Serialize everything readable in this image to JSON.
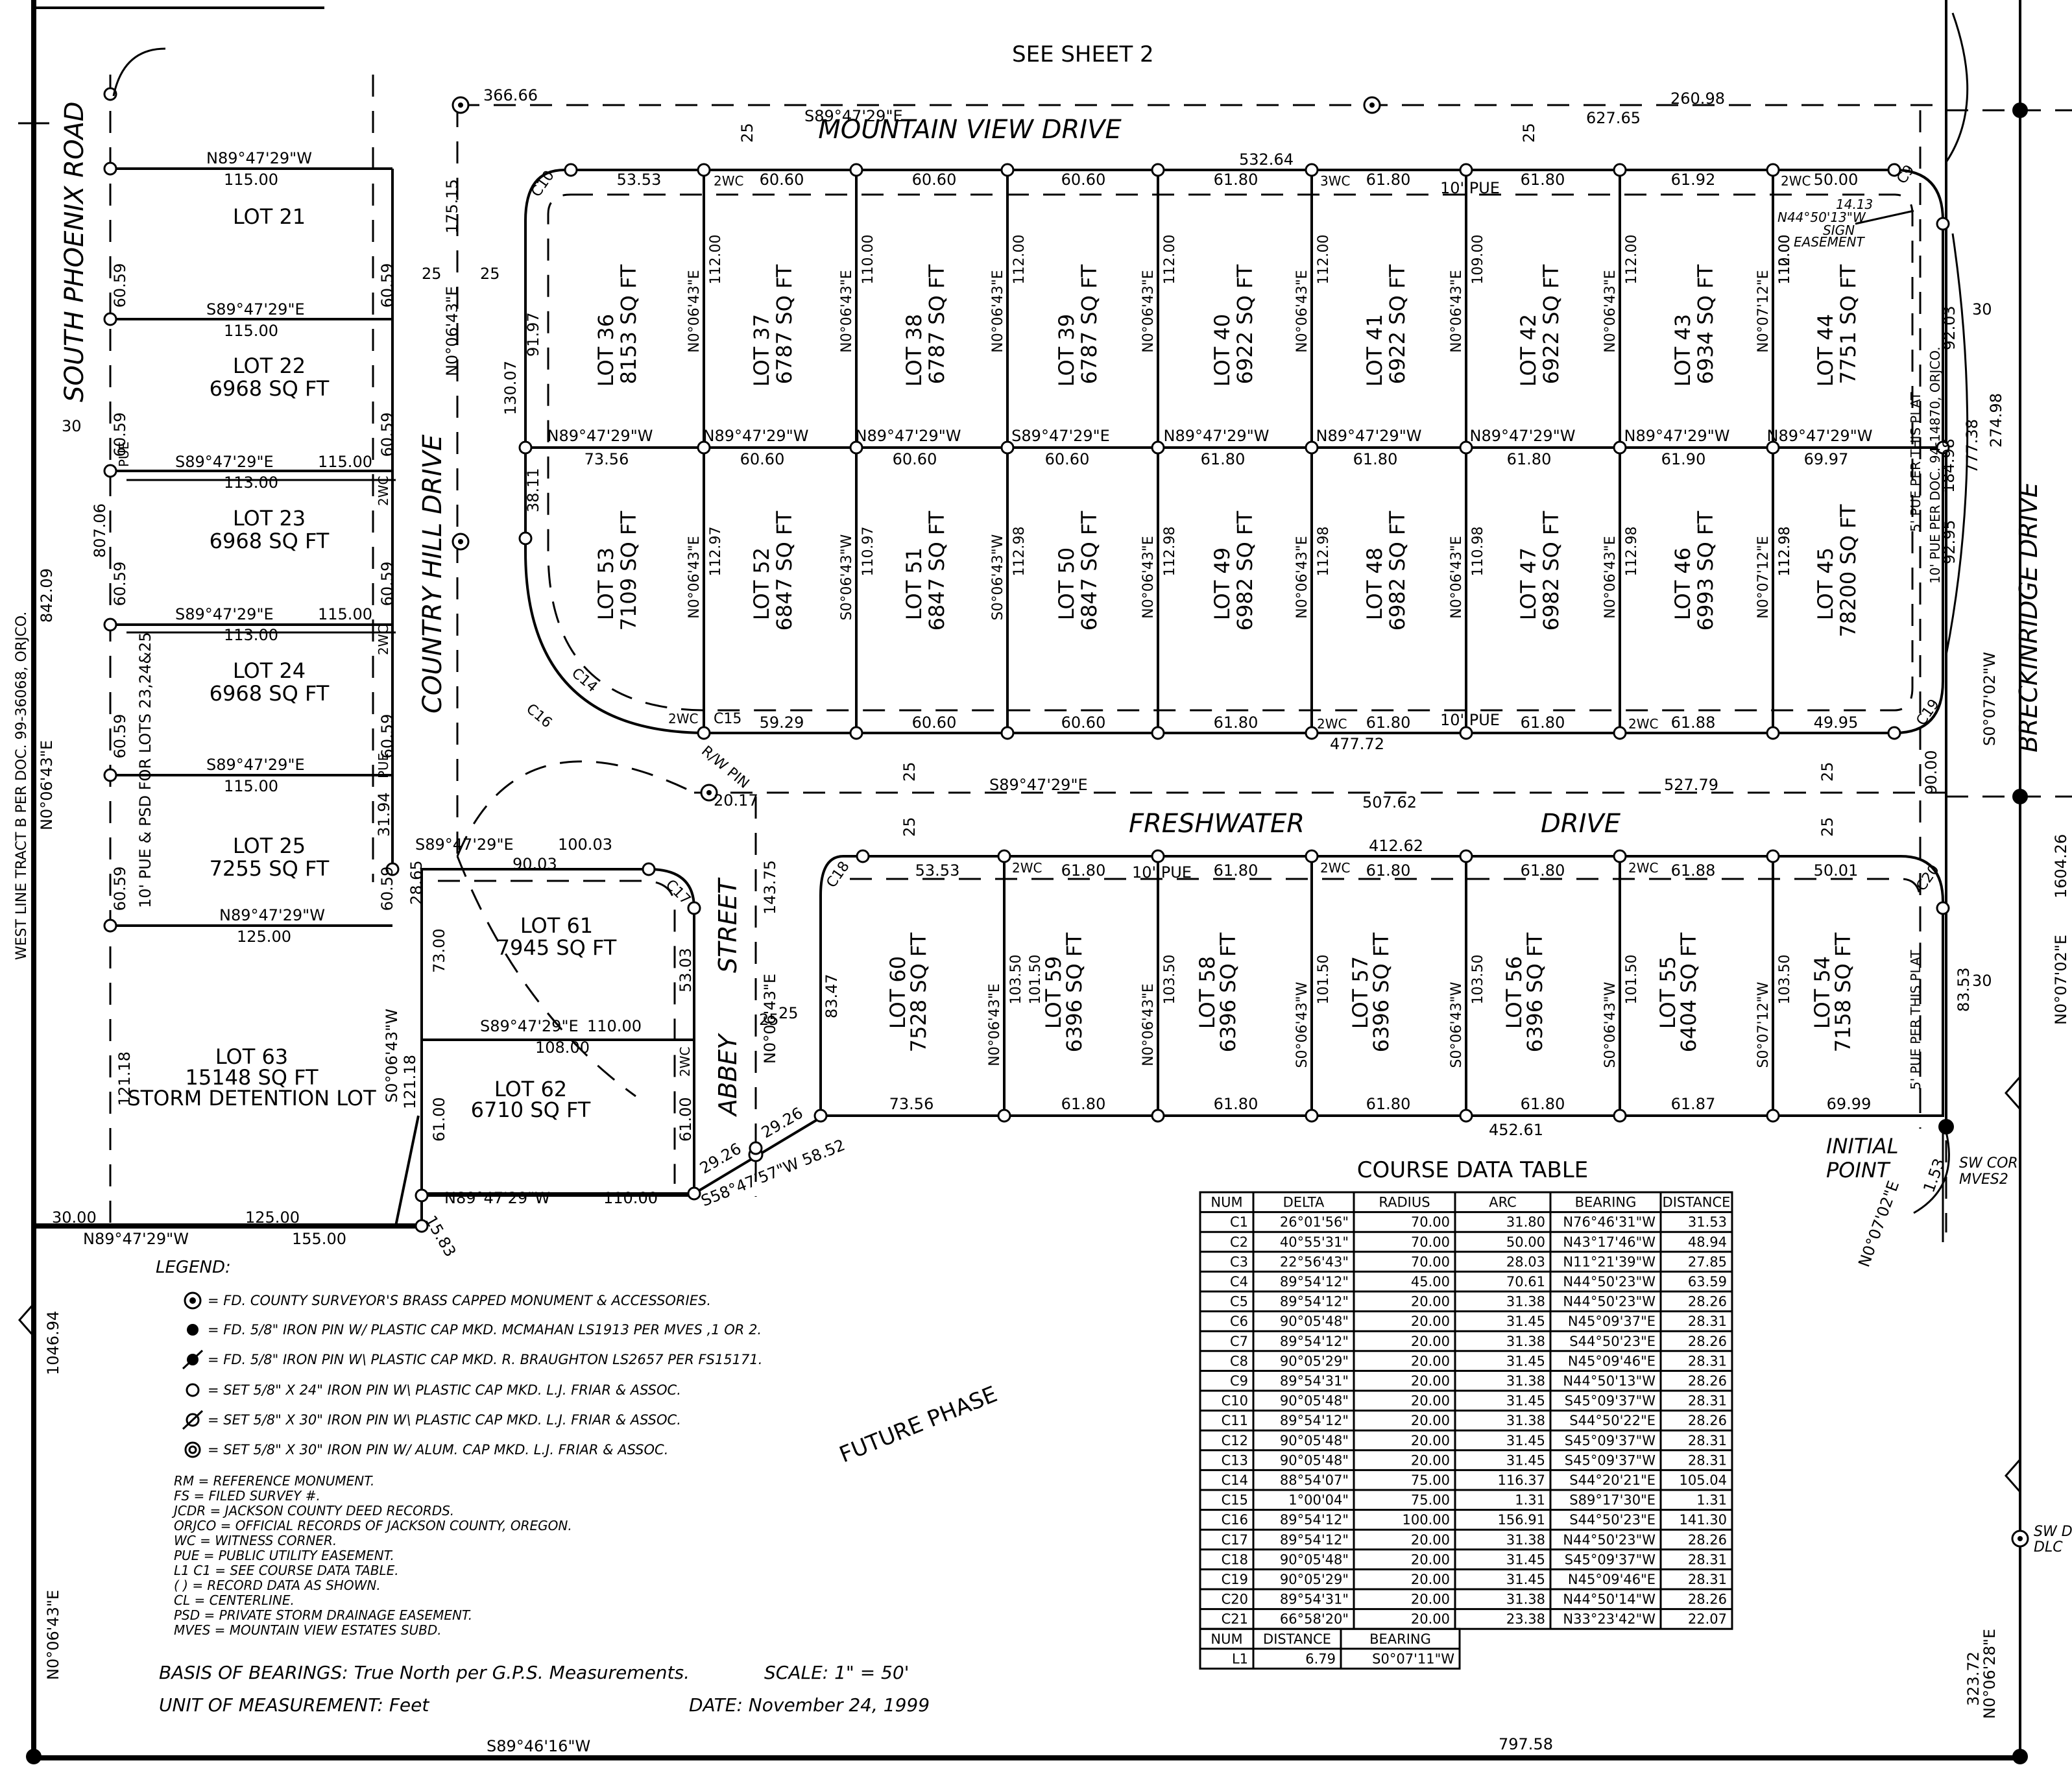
{
  "header": {
    "see_sheet": "SEE SHEET 2"
  },
  "streets": {
    "mountain_view": "MOUNTAIN VIEW DRIVE",
    "freshwater_a": "FRESHWATER",
    "freshwater_b": "DRIVE",
    "south_phoenix": "SOUTH PHOENIX ROAD",
    "country_hill": "COUNTRY HILL DRIVE",
    "abbey_a": "ABBEY",
    "abbey_b": "STREET",
    "breckinridge": "BRECKINRIDGE DRIVE"
  },
  "future_phase": "FUTURE PHASE",
  "west_line": "WEST LINE TRACT B PER DOC. 99-36068, ORJCO.",
  "pue_psd_note": "10' PUE & PSD FOR LOTS 23,24&25",
  "ipn_note": "R/W PIN",
  "sign_easement": {
    "line1": "14.13",
    "line2": "N44°50'13\"W",
    "line3": "SIGN",
    "line4": "EASEMENT"
  },
  "pue_plat": "5' PUE PER THIS PLAT",
  "pue_doc": "10' PUE PER DOC. 94-14870, ORJCO.",
  "top_lots": [
    {
      "name": "LOT 36",
      "area": "8153 SQ FT"
    },
    {
      "name": "LOT 37",
      "area": "6787 SQ FT"
    },
    {
      "name": "LOT 38",
      "area": "6787 SQ FT"
    },
    {
      "name": "LOT 39",
      "area": "6787 SQ FT"
    },
    {
      "name": "LOT 40",
      "area": "6922 SQ FT"
    },
    {
      "name": "LOT 41",
      "area": "6922 SQ FT"
    },
    {
      "name": "LOT 42",
      "area": "6922 SQ FT"
    },
    {
      "name": "LOT 43",
      "area": "6934 SQ FT"
    },
    {
      "name": "LOT 44",
      "area": "7751 SQ FT"
    }
  ],
  "mid_lots": [
    {
      "name": "LOT 53",
      "area": "7109 SQ FT"
    },
    {
      "name": "LOT 52",
      "area": "6847 SQ FT"
    },
    {
      "name": "LOT 51",
      "area": "6847 SQ FT"
    },
    {
      "name": "LOT 50",
      "area": "6847 SQ FT"
    },
    {
      "name": "LOT 49",
      "area": "6982 SQ FT"
    },
    {
      "name": "LOT 48",
      "area": "6982 SQ FT"
    },
    {
      "name": "LOT 47",
      "area": "6982 SQ FT"
    },
    {
      "name": "LOT 46",
      "area": "6993 SQ FT"
    },
    {
      "name": "LOT 45",
      "area": "78200 SQ FT"
    }
  ],
  "bottom_lots": [
    {
      "name": "LOT 60",
      "area": "7528 SQ FT"
    },
    {
      "name": "LOT 59",
      "area": "6396 SQ FT"
    },
    {
      "name": "LOT 58",
      "area": "6396 SQ FT"
    },
    {
      "name": "LOT 57",
      "area": "6396 SQ FT"
    },
    {
      "name": "LOT 56",
      "area": "6396 SQ FT"
    },
    {
      "name": "LOT 55",
      "area": "6404 SQ FT"
    },
    {
      "name": "LOT 54",
      "area": "7158 SQ FT"
    }
  ],
  "west_lots": [
    {
      "name": "LOT 21",
      "area": ""
    },
    {
      "name": "LOT 22",
      "area": "6968 SQ FT"
    },
    {
      "name": "LOT 23",
      "area": "6968 SQ FT"
    },
    {
      "name": "LOT 24",
      "area": "6968 SQ FT"
    },
    {
      "name": "LOT 25",
      "area": "7255 SQ FT"
    }
  ],
  "lot63": {
    "name": "LOT 63",
    "area": "15148 SQ FT",
    "desc": "STORM DETENTION LOT"
  },
  "lot61": {
    "name": "LOT 61",
    "area": "7945 SQ FT"
  },
  "lot62": {
    "name": "LOT 62",
    "area": "6710 SQ FT"
  },
  "top_bearings": [
    "N89°47'29\"W",
    "N89°47'29\"W",
    "N89°47'29\"W",
    "S89°47'29\"E",
    "N89°47'29\"W",
    "N89°47'29\"W",
    "N89°47'29\"W",
    "N89°47'29\"W",
    "N89°47'29\"W"
  ],
  "top_mid_dists": [
    "73.56",
    "60.60",
    "60.60",
    "60.60",
    "61.80",
    "61.80",
    "61.80",
    "61.90",
    "69.97"
  ],
  "mvd_frontage": [
    "53.53",
    "60.60",
    "60.60",
    "60.60",
    "61.80",
    "61.80",
    "61.80",
    "61.92",
    "50.00"
  ],
  "fw_north_frontage": [
    "59.29",
    "60.60",
    "60.60",
    "61.80",
    "61.80",
    "61.80",
    "61.88",
    "49.95"
  ],
  "fw_south_frontage": [
    "53.53",
    "61.80",
    "61.80",
    "61.80",
    "61.80",
    "61.88",
    "50.01"
  ],
  "south_line_dists": [
    "73.56",
    "61.80",
    "61.80",
    "61.80",
    "61.80",
    "61.87",
    "69.99"
  ],
  "top_vert_bearings": [
    "N0°06'43\"E",
    "N0°06'43\"E",
    "N0°06'43\"E",
    "N0°06'43\"E",
    "N0°06'43\"E",
    "N0°06'43\"E",
    "N0°06'43\"E",
    "N0°07'12\"E"
  ],
  "top_vert_dists": [
    "112.00",
    "110.00",
    "112.00",
    "112.00",
    "112.00",
    "109.00",
    "112.00",
    "112.00",
    "110.00"
  ],
  "mid_vert_bearings": [
    "N0°06'43\"E",
    "S0°06'43\"W",
    "S0°06'43\"W",
    "N0°06'43\"E",
    "N0°06'43\"E",
    "N0°06'43\"E",
    "N0°06'43\"E",
    "N0°07'12\"E"
  ],
  "mid_vert_dists": [
    "112.97",
    "110.97",
    "112.98",
    "112.98",
    "112.98",
    "110.98",
    "112.98",
    "112.98",
    "112.98"
  ],
  "bot_vert_bearings": [
    "N0°06'43\"E",
    "N0°06'43\"E",
    "S0°06'43\"W",
    "S0°06'43\"W",
    "S0°06'43\"W",
    "S0°07'12\"W"
  ],
  "bot_vert_dists": [
    "103.50",
    "101.50",
    "103.50",
    "101.50",
    "103.50",
    "101.50",
    "103.50"
  ],
  "labels": {
    "d366": "366.66",
    "b_mvd": "S89°47'29\"E",
    "d627": "627.65",
    "d260": "260.98",
    "d532": "532.64",
    "d477": "477.72",
    "d507": "507.62",
    "d527": "527.79",
    "d412": "412.62",
    "d452": "452.61",
    "d797": "797.58",
    "b_bottom": "S89°46'16\"W",
    "b_fw": "S89°47'29\"E",
    "d2017": "20.17",
    "d25": "25",
    "d30": "30",
    "wc2": "2WC",
    "wc3": "3WC",
    "pue10": "10' PUE",
    "pue": "PUE",
    "d17515": "175.15",
    "b_ch": "N0°06'43\"E",
    "d13007": "130.07",
    "d9197": "91.97",
    "d3811": "38.11",
    "d807": "807.06",
    "d842": "842.09",
    "d1046": "1046.94",
    "d1604": "1604.26",
    "d323": "323.72",
    "b323": "N0°06'28\"E",
    "b_right": "N0°07'02\"E",
    "b_sp": "N0°06'43\"E",
    "b_sp2": "N0°06'43\"E",
    "d18498": "184.98",
    "d77738": "777.38",
    "d27498": "274.98",
    "d9203": "92.03",
    "d9295": "92.95",
    "d9000": "90.00",
    "d8353": "83.53",
    "d8347": "83.47",
    "d14375": "143.75",
    "b_breck": "S0°07'02\"W",
    "b_abbey": "N0°06'43\"E",
    "d2926a": "29.26",
    "d2926b": "29.26",
    "b_diag": "S58°47'57\"W 58.52",
    "d153": "1.53",
    "b153": "N0°07'02\"E",
    "d3000": "30.00",
    "b_w": "N89°47'29\"W",
    "d155": "155.00",
    "d125": "125.00",
    "d110": "110.00",
    "b61": "N89°47'29\"W",
    "d1583": "15.83",
    "b_sw": "S0°06'43\"W",
    "d12118a": "121.18",
    "d12118b": "121.18",
    "d6100a": "61.00",
    "d6100b": "61.00",
    "d7300": "73.00",
    "d5303": "53.03",
    "d2865": "28.65",
    "d10": "10",
    "d3194": "31.94",
    "d10003": "100.03",
    "d9003": "90.03",
    "b_lot61": "S89°47'29\"E",
    "b_lot62": "S89°47'29\"E",
    "d11000": "110.00",
    "d10800": "108.00",
    "initial": "INITIAL",
    "point": "POINT",
    "swcor": "SW COR",
    "mves2": "MVES2",
    "swd": "SW D",
    "dlc": "DLC",
    "d6059": "60.59",
    "d1150": "115.00",
    "d11300": "113.00",
    "d12500": "125.00"
  },
  "west_block": {
    "b21": "N89°47'29\"W",
    "d21": "115.00",
    "b22": "S89°47'29\"E",
    "d22": "115.00",
    "b23": "S89°47'29\"E",
    "d23a": "115.00",
    "d23b": "113.00",
    "b24": "S89°47'29\"E",
    "d24a": "115.00",
    "d24b": "113.00",
    "b25": "S89°47'29\"E",
    "d25": "115.00",
    "b63": "N89°47'29\"W",
    "d63": "125.00"
  },
  "curves": [
    "C9",
    "C10",
    "C14",
    "C15",
    "C16",
    "C17",
    "C18",
    "C19",
    "C20"
  ],
  "legend": {
    "title": "LEGEND:",
    "items": [
      "= FD. COUNTY SURVEYOR'S BRASS CAPPED MONUMENT & ACCESSORIES.",
      "= FD. 5/8\" IRON PIN W/ PLASTIC CAP MKD. MCMAHAN LS1913 PER MVES ,1 OR 2.",
      "= FD. 5/8\" IRON PIN W\\ PLASTIC CAP MKD. R. BRAUGHTON LS2657 PER FS15171.",
      "= SET 5/8\" X 24\" IRON PIN W\\ PLASTIC CAP MKD. L.J. FRIAR & ASSOC.",
      "= SET 5/8\" X 30\" IRON PIN W\\ PLASTIC CAP MKD. L.J. FRIAR & ASSOC.",
      "= SET 5/8\" X 30\" IRON PIN W/ ALUM. CAP  MKD. L.J. FRIAR & ASSOC."
    ],
    "abbrevs": [
      "RM  = REFERENCE MONUMENT.",
      "FS  = FILED SURVEY #.",
      "JCDR = JACKSON COUNTY DEED RECORDS.",
      "ORJCO = OFFICIAL RECORDS OF JACKSON COUNTY, OREGON.",
      "WC  = WITNESS CORNER.",
      "PUE  = PUBLIC UTILITY EASEMENT.",
      "L1 C1 = SEE COURSE DATA TABLE.",
      "(   )  = RECORD DATA AS SHOWN.",
      "CL  = CENTERLINE.",
      "PSD  = PRIVATE STORM DRAINAGE EASEMENT.",
      "MVES = MOUNTAIN VIEW ESTATES SUBD."
    ],
    "basis": "BASIS OF BEARINGS:  True North per G.P.S. Measurements.",
    "scale": "SCALE: 1\" = 50'",
    "unit": "UNIT OF MEASUREMENT: Feet",
    "date": "DATE: November 24, 1999"
  },
  "course_table": {
    "title": "COURSE DATA TABLE",
    "headers": [
      "NUM",
      "DELTA",
      "RADIUS",
      "ARC",
      "BEARING",
      "DISTANCE"
    ],
    "rows": [
      [
        "C1",
        "26°01'56\"",
        "70.00",
        "31.80",
        "N76°46'31\"W",
        "31.53"
      ],
      [
        "C2",
        "40°55'31\"",
        "70.00",
        "50.00",
        "N43°17'46\"W",
        "48.94"
      ],
      [
        "C3",
        "22°56'43\"",
        "70.00",
        "28.03",
        "N11°21'39\"W",
        "27.85"
      ],
      [
        "C4",
        "89°54'12\"",
        "45.00",
        "70.61",
        "N44°50'23\"W",
        "63.59"
      ],
      [
        "C5",
        "89°54'12\"",
        "20.00",
        "31.38",
        "N44°50'23\"W",
        "28.26"
      ],
      [
        "C6",
        "90°05'48\"",
        "20.00",
        "31.45",
        "N45°09'37\"E",
        "28.31"
      ],
      [
        "C7",
        "89°54'12\"",
        "20.00",
        "31.38",
        "S44°50'23\"E",
        "28.26"
      ],
      [
        "C8",
        "90°05'29\"",
        "20.00",
        "31.45",
        "N45°09'46\"E",
        "28.31"
      ],
      [
        "C9",
        "89°54'31\"",
        "20.00",
        "31.38",
        "N44°50'13\"W",
        "28.26"
      ],
      [
        "C10",
        "90°05'48\"",
        "20.00",
        "31.45",
        "S45°09'37\"W",
        "28.31"
      ],
      [
        "C11",
        "89°54'12\"",
        "20.00",
        "31.38",
        "S44°50'22\"E",
        "28.26"
      ],
      [
        "C12",
        "90°05'48\"",
        "20.00",
        "31.45",
        "S45°09'37\"W",
        "28.31"
      ],
      [
        "C13",
        "90°05'48\"",
        "20.00",
        "31.45",
        "S45°09'37\"W",
        "28.31"
      ],
      [
        "C14",
        "88°54'07\"",
        "75.00",
        "116.37",
        "S44°20'21\"E",
        "105.04"
      ],
      [
        "C15",
        "1°00'04\"",
        "75.00",
        "1.31",
        "S89°17'30\"E",
        "1.31"
      ],
      [
        "C16",
        "89°54'12\"",
        "100.00",
        "156.91",
        "S44°50'23\"E",
        "141.30"
      ],
      [
        "C17",
        "89°54'12\"",
        "20.00",
        "31.38",
        "N44°50'23\"W",
        "28.26"
      ],
      [
        "C18",
        "90°05'48\"",
        "20.00",
        "31.45",
        "S45°09'37\"W",
        "28.31"
      ],
      [
        "C19",
        "90°05'29\"",
        "20.00",
        "31.45",
        "N45°09'46\"E",
        "28.31"
      ],
      [
        "C20",
        "89°54'31\"",
        "20.00",
        "31.38",
        "N44°50'14\"W",
        "28.26"
      ],
      [
        "C21",
        "66°58'20\"",
        "20.00",
        "23.38",
        "N33°23'42\"W",
        "22.07"
      ]
    ],
    "line_headers": [
      "NUM",
      "DISTANCE",
      "BEARING"
    ],
    "line_rows": [
      [
        "L1",
        "6.79",
        "S0°07'11\"W"
      ]
    ]
  }
}
